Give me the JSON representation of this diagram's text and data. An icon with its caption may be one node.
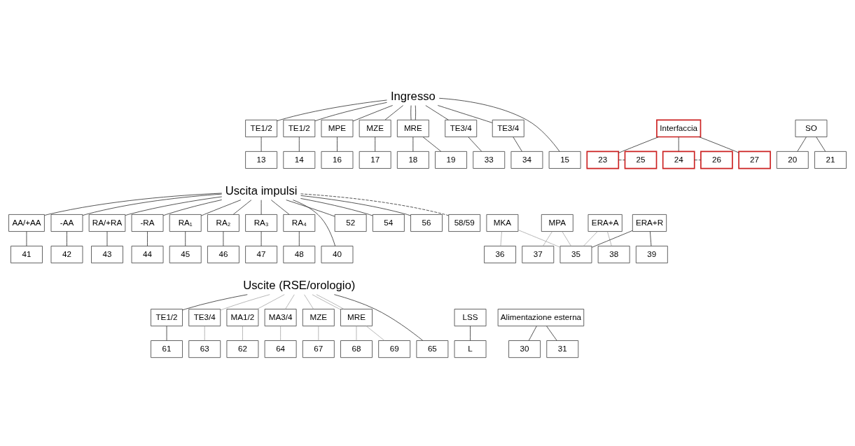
{
  "diagram": {
    "nodes": [
      {
        "text": [
          "Ingresso"
        ]
      },
      {
        "text": [
          "TE1/2"
        ]
      },
      {
        "text": [
          "TE1/2"
        ]
      },
      {
        "text": [
          "MPE"
        ]
      },
      {
        "text": [
          "MZE"
        ]
      },
      {
        "text": [
          "MRE"
        ]
      },
      {
        "text": [
          "TE3/4"
        ]
      },
      {
        "text": [
          "TE3/4"
        ]
      },
      {
        "text": [
          "Interfaccia"
        ]
      },
      {
        "text": [
          "SO"
        ]
      },
      {
        "text": [
          "13"
        ]
      },
      {
        "text": [
          "14"
        ]
      },
      {
        "text": [
          "15"
        ]
      },
      {
        "text": [
          "16"
        ]
      },
      {
        "text": [
          "17"
        ]
      },
      {
        "text": [
          "18"
        ]
      },
      {
        "text": [
          "19"
        ]
      },
      {
        "text": [
          "33"
        ]
      },
      {
        "text": [
          "34"
        ]
      },
      {
        "text": [
          "23"
        ]
      },
      {
        "text": [
          "24"
        ]
      },
      {
        "text": [
          "25"
        ]
      },
      {
        "text": [
          "26"
        ]
      },
      {
        "text": [
          "27"
        ]
      },
      {
        "text": [
          "20"
        ]
      },
      {
        "text": [
          "21"
        ]
      },
      {
        "text": [
          "Uscita impulsi"
        ]
      },
      {
        "text": [
          "MKA"
        ]
      },
      {
        "text": [
          "MPA"
        ]
      },
      {
        "text": [
          "ERA+A"
        ]
      },
      {
        "text": [
          "ERA+R"
        ]
      },
      {
        "text": [
          "AA/+AA"
        ]
      },
      {
        "text": [
          "-AA"
        ]
      },
      {
        "text": [
          "RA/+RA"
        ]
      },
      {
        "text": [
          "-RA"
        ]
      },
      {
        "text": [
          "RA₁"
        ]
      },
      {
        "text": [
          "RA₂"
        ]
      },
      {
        "text": [
          "RA₃"
        ]
      },
      {
        "text": [
          "RA₄"
        ]
      },
      {
        "text": [
          "35"
        ]
      },
      {
        "text": [
          "36"
        ]
      },
      {
        "text": [
          "37"
        ]
      },
      {
        "text": [
          "38"
        ]
      },
      {
        "text": [
          "39"
        ]
      },
      {
        "text": [
          "40"
        ]
      },
      {
        "text": [
          "41"
        ]
      },
      {
        "text": [
          "42"
        ]
      },
      {
        "text": [
          "43"
        ]
      },
      {
        "text": [
          "44"
        ]
      },
      {
        "text": [
          "45"
        ]
      },
      {
        "text": [
          "46"
        ]
      },
      {
        "text": [
          "47"
        ]
      },
      {
        "text": [
          "48"
        ]
      },
      {
        "text": [
          "52"
        ]
      },
      {
        "text": [
          "54"
        ]
      },
      {
        "text": [
          "56"
        ]
      },
      {
        "text": [
          "58/59"
        ]
      },
      {
        "text": [
          "Uscite (RSE/orologio)"
        ]
      },
      {
        "text": [
          "TE1/2"
        ]
      },
      {
        "text": [
          "TE3/4"
        ]
      },
      {
        "text": [
          "MA1/2"
        ]
      },
      {
        "text": [
          "MA3/4"
        ]
      },
      {
        "text": [
          "MZE"
        ]
      },
      {
        "text": [
          "MRE"
        ]
      },
      {
        "text": [
          "LSS"
        ]
      },
      {
        "text": [
          "Alimentazione esterna"
        ]
      },
      {
        "text": [
          "61"
        ]
      },
      {
        "text": [
          "63"
        ]
      },
      {
        "text": [
          "62"
        ]
      },
      {
        "text": [
          "64"
        ]
      },
      {
        "text": [
          "65"
        ]
      },
      {
        "text": [
          "67"
        ]
      },
      {
        "text": [
          "68"
        ]
      },
      {
        "text": [
          "69"
        ]
      },
      {
        "text": [
          "L"
        ]
      },
      {
        "text": [
          "30"
        ]
      },
      {
        "text": [
          "31"
        ]
      }
    ],
    "edges": [
      {
        "from": 0,
        "to": 1,
        "arrow": "none"
      },
      {
        "from": 0,
        "to": 2,
        "arrow": "none"
      },
      {
        "from": 0,
        "to": 12,
        "arrow": "none"
      },
      {
        "from": 0,
        "to": 3,
        "arrow": "none"
      },
      {
        "from": 0,
        "to": 4,
        "arrow": "none"
      },
      {
        "from": 0,
        "to": 5,
        "arrow": "none"
      },
      {
        "from": 0,
        "to": 5,
        "arrow": "none"
      },
      {
        "from": 0,
        "to": 6,
        "arrow": "none"
      },
      {
        "from": 0,
        "to": 7,
        "arrow": "none"
      },
      {
        "from": 1,
        "to": 10,
        "arrow": "none"
      },
      {
        "from": 2,
        "to": 11,
        "arrow": "none"
      },
      {
        "from": 3,
        "to": 13,
        "arrow": "none"
      },
      {
        "from": 4,
        "to": 14,
        "arrow": "none"
      },
      {
        "from": 5,
        "to": 15,
        "arrow": "none"
      },
      {
        "from": 5,
        "to": 16,
        "arrow": "none"
      },
      {
        "from": 6,
        "to": 17,
        "arrow": "none"
      },
      {
        "from": 7,
        "to": 18,
        "arrow": "none"
      },
      {
        "from": 8,
        "to": 19,
        "arrow": "none"
      },
      {
        "from": 8,
        "to": 20,
        "arrow": "none"
      },
      {
        "from": 19,
        "to": 21,
        "arrow": "none",
        "style": "dashed"
      },
      {
        "from": 20,
        "to": 22,
        "arrow": "none",
        "style": "dashed"
      },
      {
        "from": 8,
        "to": 23,
        "arrow": "none"
      },
      {
        "from": 9,
        "to": 24,
        "arrow": "none"
      },
      {
        "from": 9,
        "to": 25,
        "arrow": "none"
      },
      {
        "from": 39,
        "to": 27,
        "arrow": "none",
        "color": "#aaaaaa"
      },
      {
        "from": 39,
        "to": 28,
        "arrow": "none",
        "color": "#aaaaaa"
      },
      {
        "from": 39,
        "to": 29,
        "arrow": "none",
        "color": "#aaaaaa"
      },
      {
        "from": 39,
        "to": 30,
        "arrow": "none"
      },
      {
        "from": 27,
        "to": 40,
        "arrow": "none",
        "color": "#aaaaaa"
      },
      {
        "from": 28,
        "to": 41,
        "arrow": "none",
        "color": "#aaaaaa"
      },
      {
        "from": 29,
        "to": 42,
        "arrow": "none",
        "color": "#aaaaaa"
      },
      {
        "from": 30,
        "to": 43,
        "arrow": "none"
      },
      {
        "from": 26,
        "to": 44,
        "arrow": "none"
      },
      {
        "from": 26,
        "to": 31,
        "arrow": "none"
      },
      {
        "from": 26,
        "to": 32,
        "arrow": "none"
      },
      {
        "from": 26,
        "to": 53,
        "arrow": "none"
      },
      {
        "from": 26,
        "to": 33,
        "arrow": "none"
      },
      {
        "from": 26,
        "to": 34,
        "arrow": "none"
      },
      {
        "from": 26,
        "to": 54,
        "arrow": "none"
      },
      {
        "from": 26,
        "to": 35,
        "arrow": "none"
      },
      {
        "from": 26,
        "to": 36,
        "arrow": "none"
      },
      {
        "from": 26,
        "to": 55,
        "arrow": "none"
      },
      {
        "from": 26,
        "to": 37,
        "arrow": "none"
      },
      {
        "from": 26,
        "to": 38,
        "arrow": "none"
      },
      {
        "from": 26,
        "to": 56,
        "arrow": "none",
        "style": "dashed"
      },
      {
        "from": 31,
        "to": 45,
        "arrow": "none"
      },
      {
        "from": 32,
        "to": 46,
        "arrow": "none"
      },
      {
        "from": 33,
        "to": 47,
        "arrow": "none"
      },
      {
        "from": 34,
        "to": 48,
        "arrow": "none"
      },
      {
        "from": 35,
        "to": 49,
        "arrow": "none"
      },
      {
        "from": 36,
        "to": 50,
        "arrow": "none"
      },
      {
        "from": 37,
        "to": 51,
        "arrow": "none"
      },
      {
        "from": 38,
        "to": 52,
        "arrow": "none"
      },
      {
        "from": 57,
        "to": 58,
        "arrow": "none"
      },
      {
        "from": 57,
        "to": 59,
        "arrow": "none",
        "color": "#aaaaaa"
      },
      {
        "from": 57,
        "to": 60,
        "arrow": "none",
        "color": "#aaaaaa"
      },
      {
        "from": 57,
        "to": 61,
        "arrow": "none",
        "color": "#aaaaaa"
      },
      {
        "from": 57,
        "to": 70,
        "arrow": "none"
      },
      {
        "from": 57,
        "to": 62,
        "arrow": "none",
        "color": "#aaaaaa"
      },
      {
        "from": 57,
        "to": 63,
        "arrow": "none",
        "color": "#aaaaaa"
      },
      {
        "from": 57,
        "to": 63,
        "arrow": "none",
        "color": "#aaaaaa"
      },
      {
        "from": 58,
        "to": 66,
        "arrow": "none"
      },
      {
        "from": 59,
        "to": 67,
        "arrow": "none",
        "color": "#aaaaaa"
      },
      {
        "from": 60,
        "to": 68,
        "arrow": "none",
        "color": "#aaaaaa"
      },
      {
        "from": 61,
        "to": 69,
        "arrow": "none",
        "color": "#aaaaaa"
      },
      {
        "from": 62,
        "to": 71,
        "arrow": "none",
        "color": "#aaaaaa"
      },
      {
        "from": 63,
        "to": 72,
        "arrow": "none",
        "color": "#aaaaaa"
      },
      {
        "from": 63,
        "to": 73,
        "arrow": "none",
        "color": "#aaaaaa"
      },
      {
        "from": 64,
        "to": 74,
        "arrow": "none"
      },
      {
        "from": 65,
        "to": 75,
        "arrow": "none"
      },
      {
        "from": 65,
        "to": 76,
        "arrow": "none"
      }
    ]
  }
}
